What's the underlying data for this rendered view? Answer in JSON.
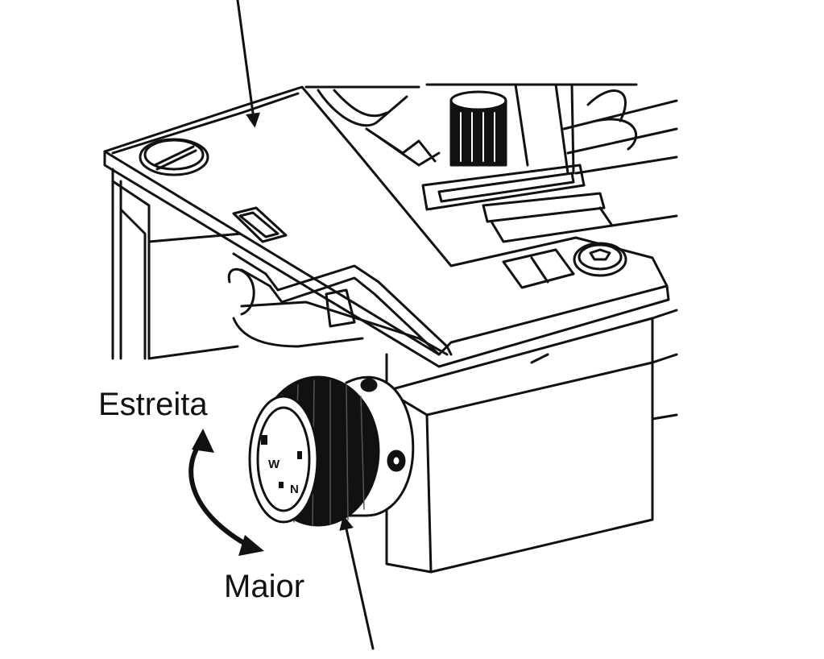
{
  "labels": {
    "narrow": "Estreita",
    "wide": "Maior"
  },
  "dial_marks": [
    "W",
    "N"
  ],
  "icons": {
    "callout_top": "arrow-down-icon",
    "callout_bottom": "arrow-up-icon",
    "rotation": "curved-double-arrow-icon"
  },
  "colors": {
    "ink": "#111111",
    "paper": "#ffffff"
  }
}
